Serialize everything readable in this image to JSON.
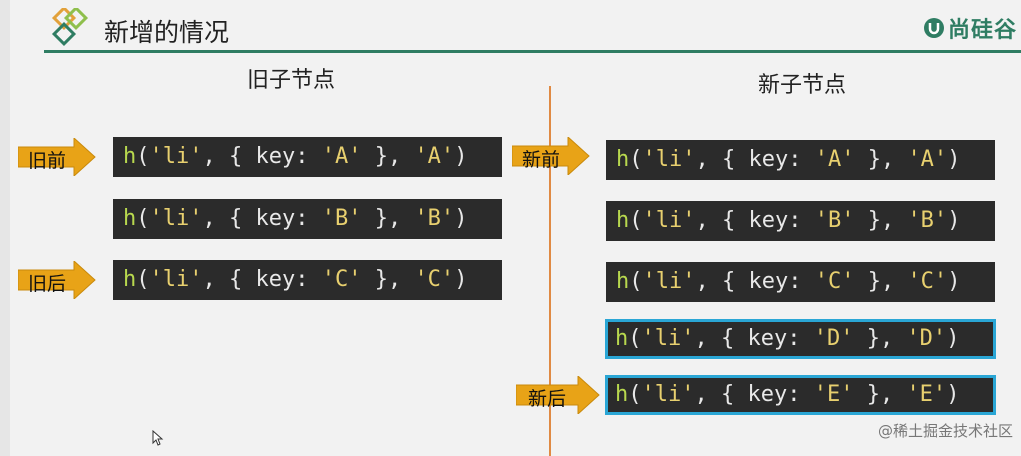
{
  "title": "新增的情况",
  "brand": {
    "name": "尚硅谷",
    "color": "#2f7d63"
  },
  "old_heading": "旧子节点",
  "new_heading": "新子节点",
  "old_nodes": [
    {
      "fn": "h",
      "tag": "'li'",
      "key_label": "key:",
      "key": "'A'",
      "text": "'A'"
    },
    {
      "fn": "h",
      "tag": "'li'",
      "key_label": "key:",
      "key": "'B'",
      "text": "'B'"
    },
    {
      "fn": "h",
      "tag": "'li'",
      "key_label": "key:",
      "key": "'C'",
      "text": "'C'"
    }
  ],
  "new_nodes": [
    {
      "fn": "h",
      "tag": "'li'",
      "key_label": "key:",
      "key": "'A'",
      "text": "'A'"
    },
    {
      "fn": "h",
      "tag": "'li'",
      "key_label": "key:",
      "key": "'B'",
      "text": "'B'"
    },
    {
      "fn": "h",
      "tag": "'li'",
      "key_label": "key:",
      "key": "'C'",
      "text": "'C'"
    },
    {
      "fn": "h",
      "tag": "'li'",
      "key_label": "key:",
      "key": "'D'",
      "text": "'D'"
    },
    {
      "fn": "h",
      "tag": "'li'",
      "key_label": "key:",
      "key": "'E'",
      "text": "'E'"
    }
  ],
  "pointers": {
    "old_front": "旧前",
    "old_back": "旧后",
    "new_front": "新前",
    "new_back": "新后"
  },
  "watermark": "@稀土掘金技术社区",
  "colors": {
    "arrow": "#e8a317",
    "highlight_border": "#2aa6d5",
    "divider": "#e08a43",
    "code_bg": "#2b2b2b"
  },
  "icons": {
    "logo": "diamond-logo-icon",
    "brand": "brand-u-icon",
    "cursor": "mouse-cursor-icon"
  }
}
